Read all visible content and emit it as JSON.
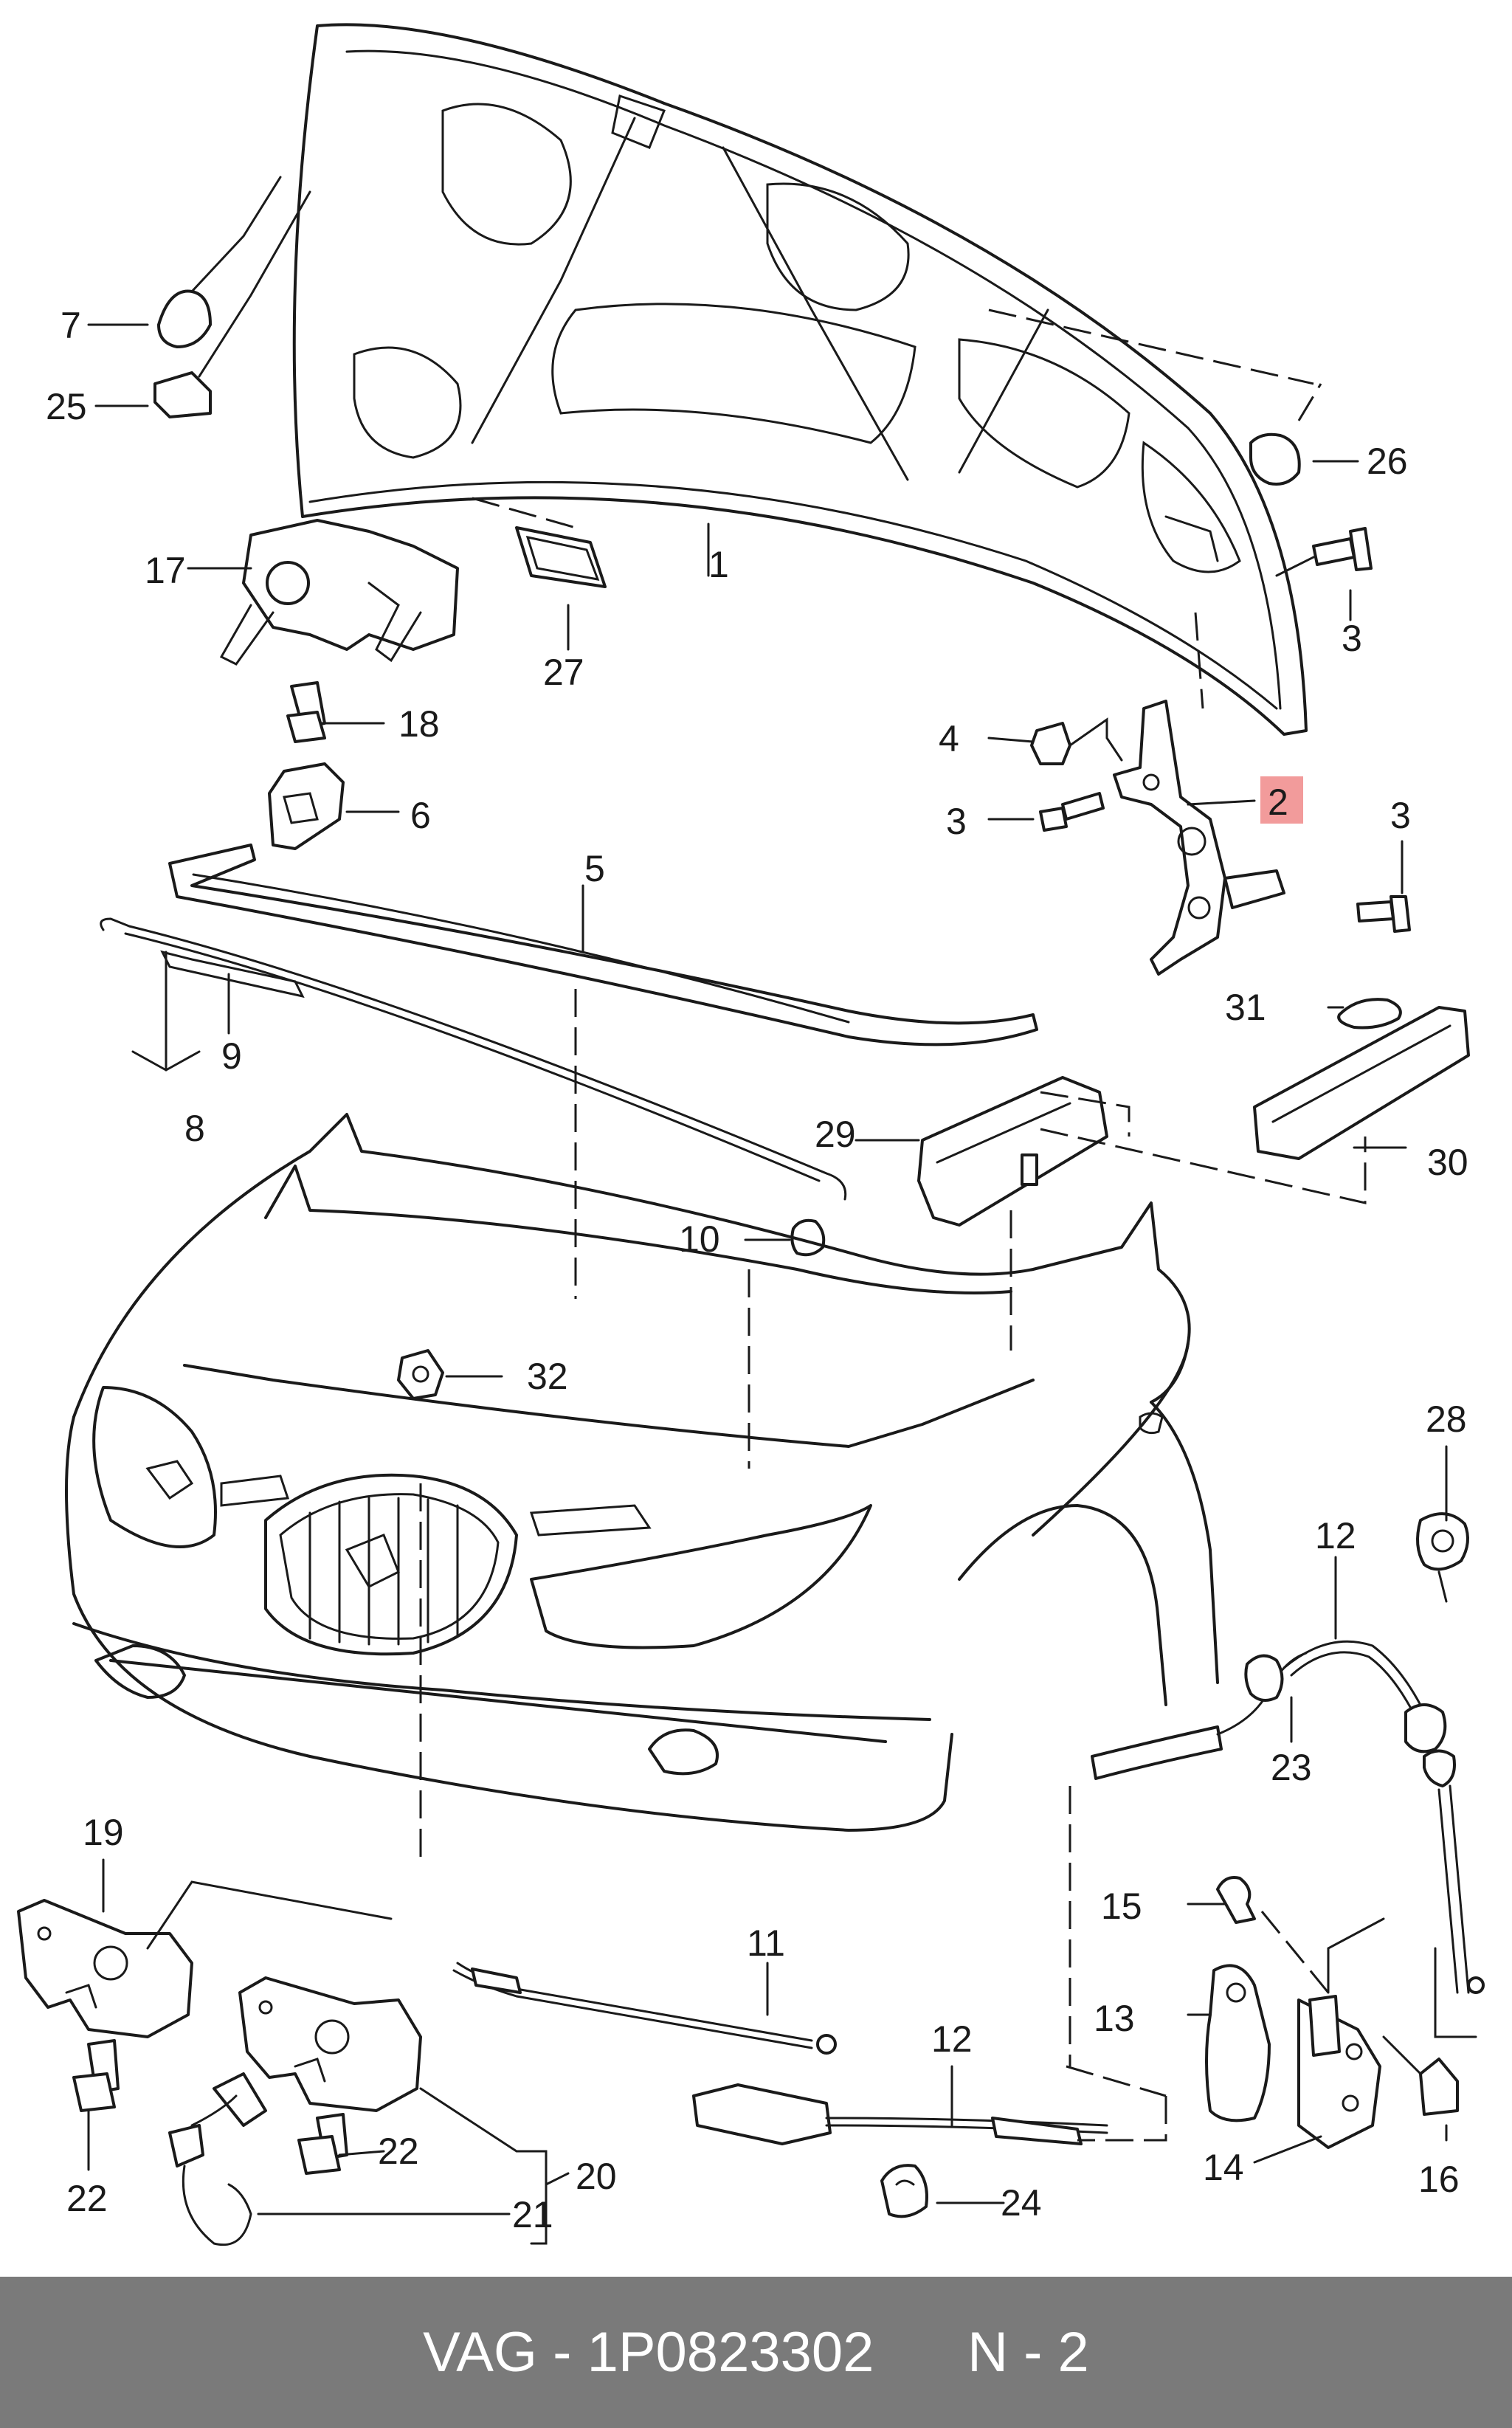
{
  "diagram": {
    "highlight_color": "#f29b9b",
    "callouts": [
      {
        "id": "c1",
        "text": "1"
      },
      {
        "id": "c2",
        "text": "2",
        "highlighted": true
      },
      {
        "id": "c3a",
        "text": "3"
      },
      {
        "id": "c3b",
        "text": "3"
      },
      {
        "id": "c3c",
        "text": "3"
      },
      {
        "id": "c4",
        "text": "4"
      },
      {
        "id": "c5",
        "text": "5"
      },
      {
        "id": "c6",
        "text": "6"
      },
      {
        "id": "c7",
        "text": "7"
      },
      {
        "id": "c8",
        "text": "8"
      },
      {
        "id": "c9",
        "text": "9"
      },
      {
        "id": "c10",
        "text": "10"
      },
      {
        "id": "c11",
        "text": "11"
      },
      {
        "id": "c12a",
        "text": "12"
      },
      {
        "id": "c12b",
        "text": "12"
      },
      {
        "id": "c13",
        "text": "13"
      },
      {
        "id": "c14",
        "text": "14"
      },
      {
        "id": "c15",
        "text": "15"
      },
      {
        "id": "c16",
        "text": "16"
      },
      {
        "id": "c17",
        "text": "17"
      },
      {
        "id": "c18",
        "text": "18"
      },
      {
        "id": "c19",
        "text": "19"
      },
      {
        "id": "c20",
        "text": "20"
      },
      {
        "id": "c21",
        "text": "21"
      },
      {
        "id": "c22a",
        "text": "22"
      },
      {
        "id": "c22b",
        "text": "22"
      },
      {
        "id": "c23",
        "text": "23"
      },
      {
        "id": "c24",
        "text": "24"
      },
      {
        "id": "c25",
        "text": "25"
      },
      {
        "id": "c26",
        "text": "26"
      },
      {
        "id": "c27",
        "text": "27"
      },
      {
        "id": "c28",
        "text": "28"
      },
      {
        "id": "c29",
        "text": "29"
      },
      {
        "id": "c30",
        "text": "30"
      },
      {
        "id": "c31",
        "text": "31"
      },
      {
        "id": "c32",
        "text": "32"
      }
    ]
  },
  "footer": {
    "brand": "VAG",
    "separator": " - ",
    "part_number": "1P0823302",
    "position": "N - 2",
    "background": "#7a7a7a"
  }
}
